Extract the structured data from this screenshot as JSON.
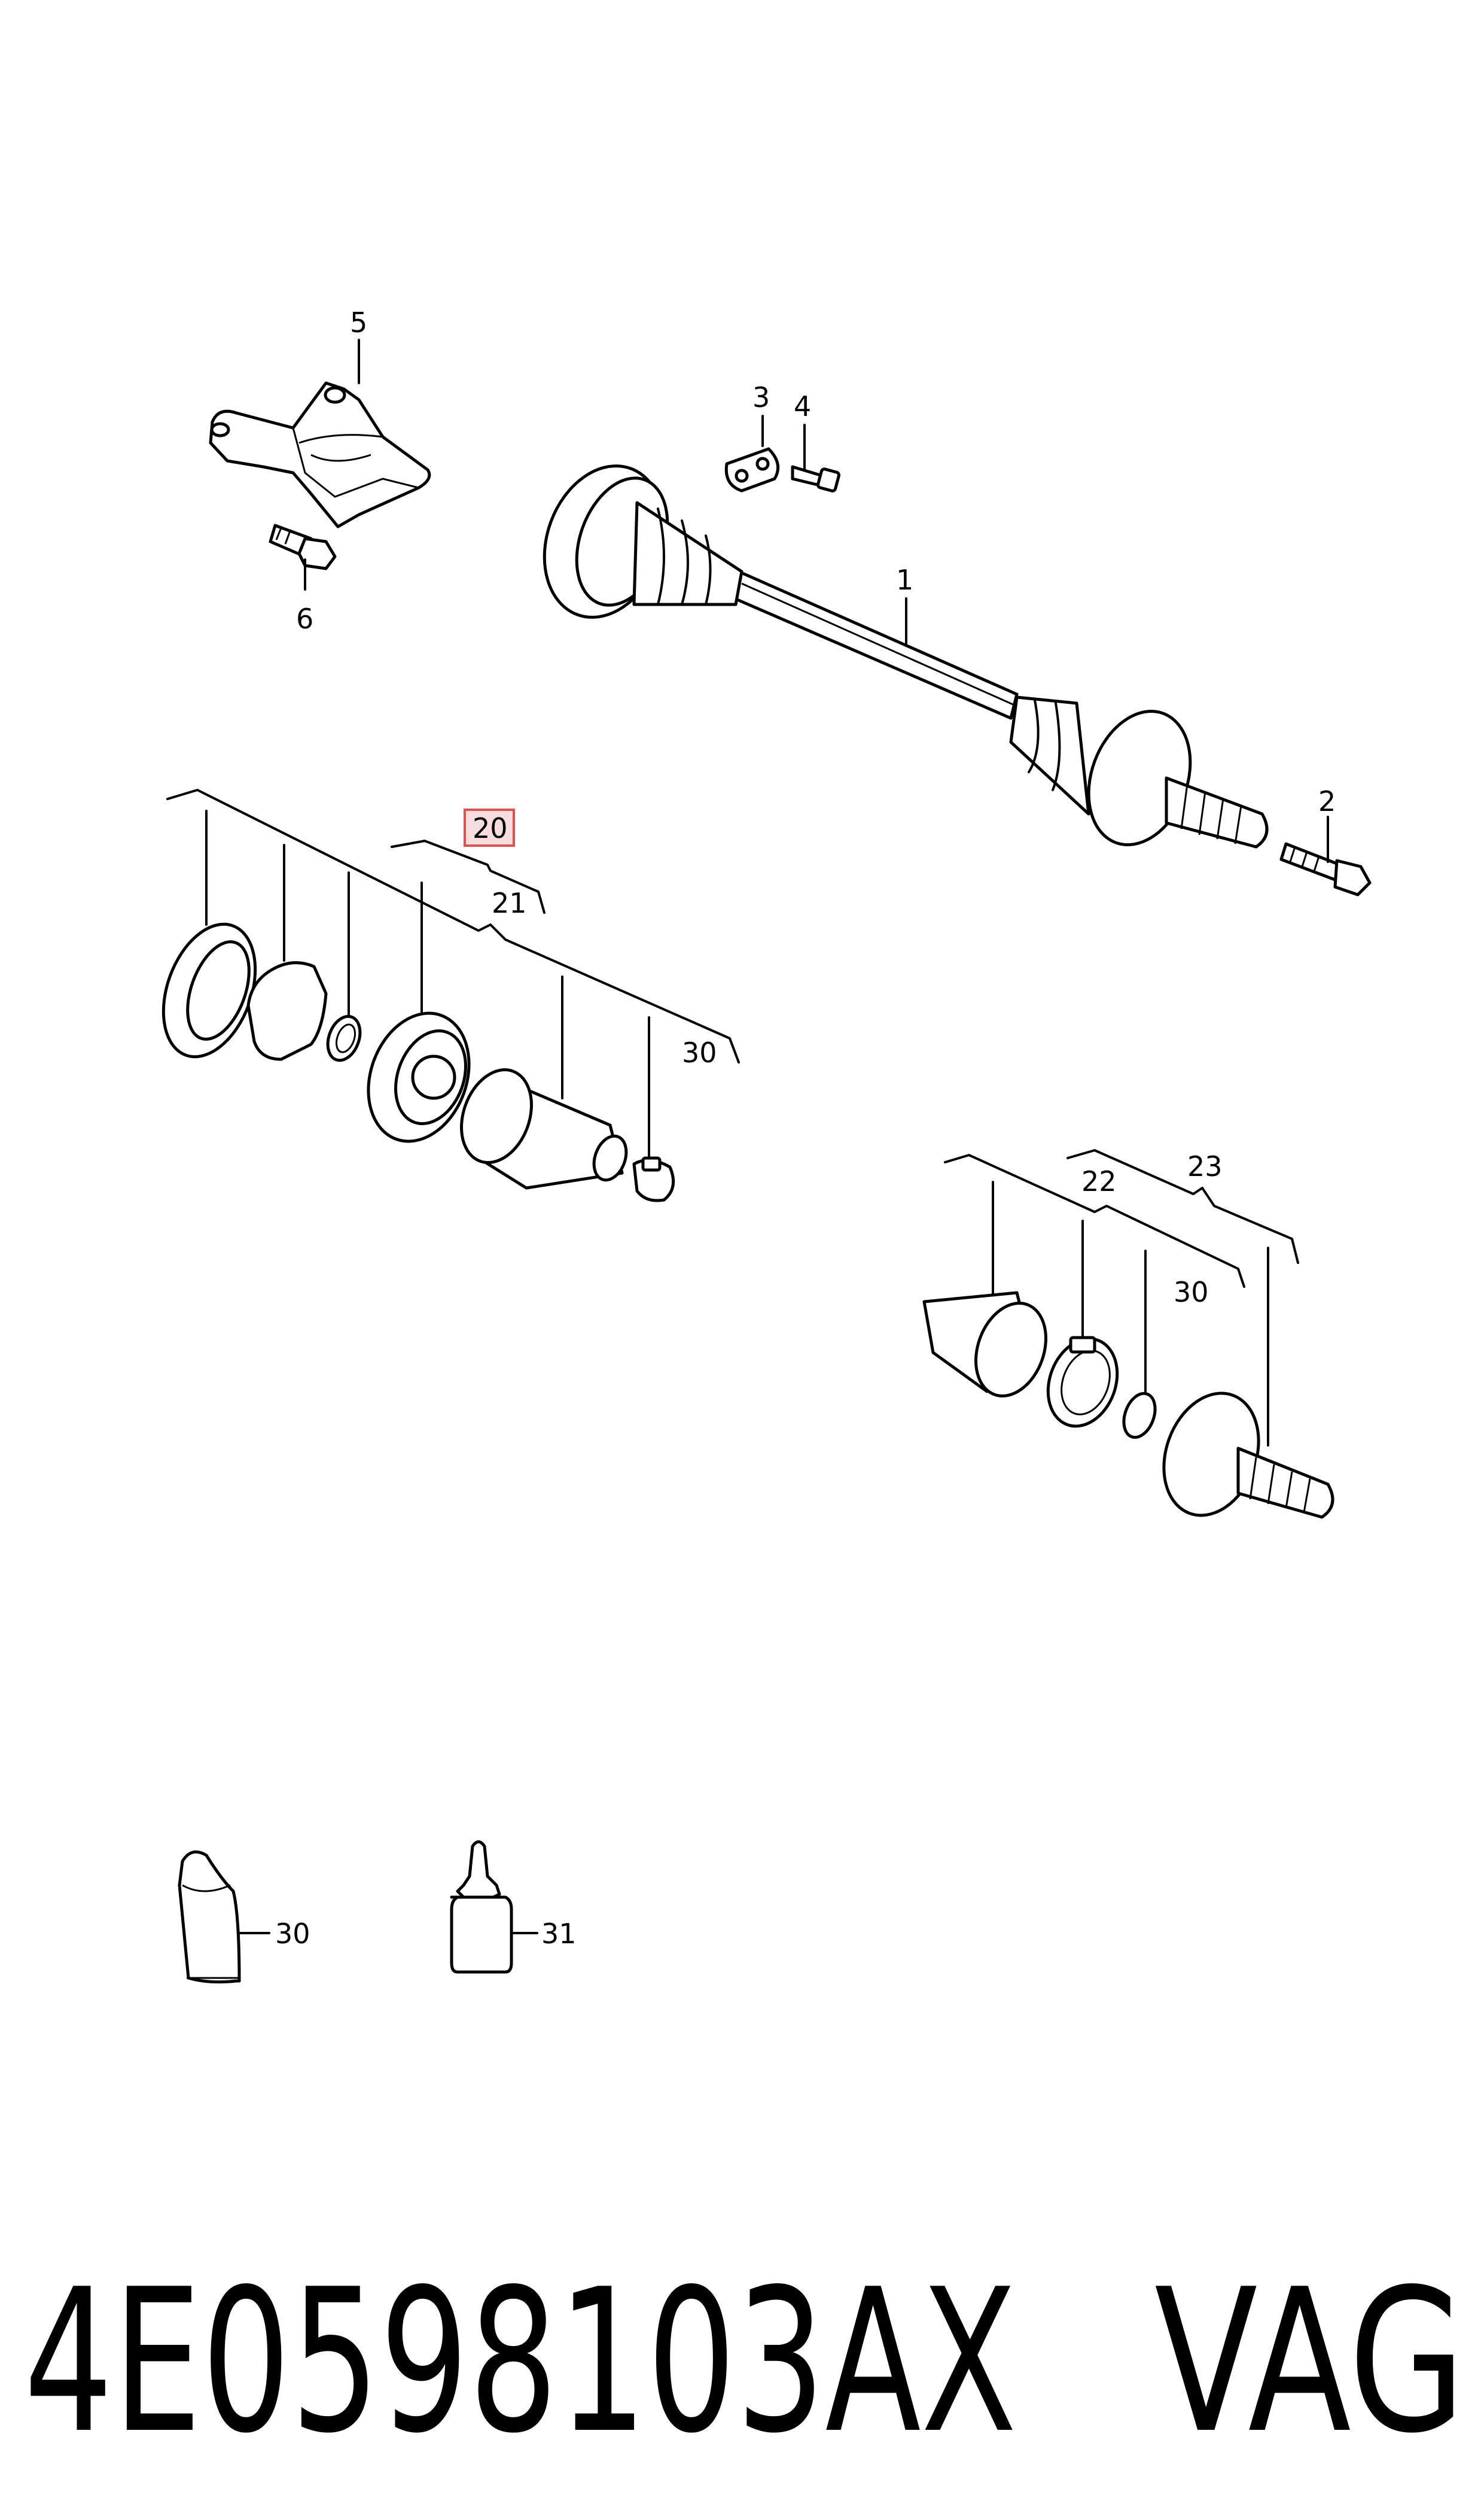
{
  "callouts": {
    "c1": "1",
    "c2": "2",
    "c3": "3",
    "c4": "4",
    "c5": "5",
    "c6": "6",
    "c20": "20",
    "c21": "21",
    "c22": "22",
    "c23": "23",
    "c30a": "30",
    "c30b": "30",
    "c30c": "30",
    "c31": "31"
  },
  "highlight_color": "#d9534f",
  "footer": {
    "part_number": "4E0598103AX",
    "brand": "VAG"
  }
}
